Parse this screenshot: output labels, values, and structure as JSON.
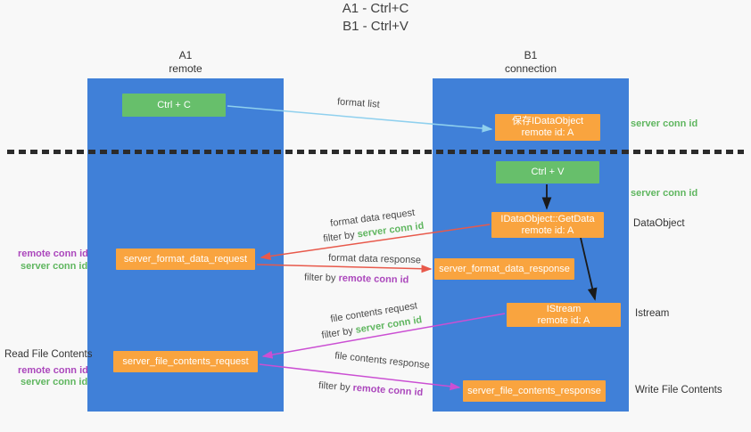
{
  "title": {
    "line1": "A1 - Ctrl+C",
    "line2": "B1 - Ctrl+V"
  },
  "columns": {
    "left": {
      "name": "A1",
      "sub": "remote"
    },
    "right": {
      "name": "B1",
      "sub": "connection"
    }
  },
  "boxes": {
    "ctrl_c": "Ctrl + C",
    "ctrl_v": "Ctrl + V",
    "save_idataobject": {
      "line1": "保存IDataObject",
      "line2": "remote id: A"
    },
    "getdata": {
      "line1": "IDataObject::GetData",
      "line2": "remote id: A"
    },
    "istream": {
      "line1": "IStream",
      "line2": "remote id: A"
    },
    "format_request": "server_format_data_request",
    "format_response": "server_format_data_response",
    "file_request": "server_file_contents_request",
    "file_response": "server_file_contents_response"
  },
  "labels": {
    "format_list": "format list",
    "format_data_request": "format data request",
    "format_data_response": "format data response",
    "file_contents_request": "file contents request",
    "file_contents_response": "file contents response",
    "filter_by": "filter by",
    "server_conn_id": "server conn id",
    "remote_conn_id": "remote conn id",
    "dataobject": "DataObject",
    "istream": "Istream",
    "read_file": "Read File Contents",
    "write_file": "Write File Contents"
  },
  "colors": {
    "lifeline_blue": "#4080d8",
    "box_green": "#67bf6b",
    "box_orange": "#f9a43f",
    "arrow_light_blue": "#8fd0ee",
    "arrow_red": "#e8594b",
    "arrow_magenta": "#cb4fd3",
    "arrow_black": "#1a1a1a",
    "label_green": "#5fb65f",
    "label_purple": "#ab47bc",
    "background": "#f8f8f8"
  }
}
